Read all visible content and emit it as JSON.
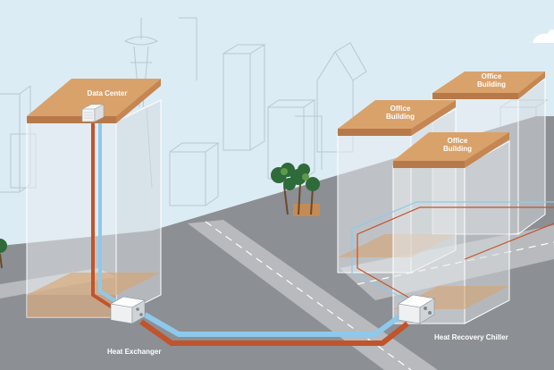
{
  "labels": {
    "data_center": "Data Center",
    "office_1_line1": "Office",
    "office_1_line2": "Building",
    "office_2_line1": "Office",
    "office_2_line2": "Building",
    "office_3_line1": "Office",
    "office_3_line2": "Building",
    "heat_exchanger": "Heat Exchanger",
    "heat_recovery_chiller": "Heat Recovery Chiller"
  },
  "colors": {
    "sky": "#dcecf5",
    "ground": "#8c8f94",
    "road": "#b8babd",
    "roof": "#d9a26b",
    "supply_pipe": "#8ec9ec",
    "return_pipe": "#c1542b",
    "skyline_outline": "#b9c6d0"
  },
  "icons": [
    "server-icon",
    "heat-exchanger-unit",
    "chiller-unit",
    "tree-icon"
  ]
}
